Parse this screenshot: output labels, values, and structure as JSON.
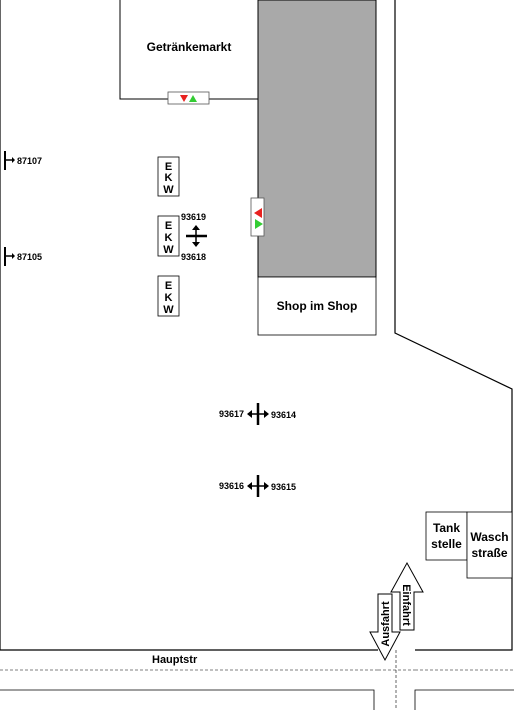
{
  "rooms": {
    "getraenkemarkt": "Getränkemarkt",
    "shop_im_shop": "Shop im Shop",
    "tankstelle_1": "Tank",
    "tankstelle_2": "stelle",
    "waschstrasse_1": "Wasch",
    "waschstrasse_2": "straße"
  },
  "street": {
    "name": "Hauptstr"
  },
  "entrances": {
    "einfahrt": "Einfahrt",
    "ausfahrt": "Ausfahrt"
  },
  "ekw": {
    "letters": [
      "E",
      "K",
      "W"
    ]
  },
  "detectors": {
    "left_upper": "87107",
    "left_lower": "87105",
    "top_right": "93619",
    "top_right_lower": "93618",
    "mid_left": "93617",
    "mid_right": "93614",
    "low_left": "93616",
    "low_right": "93615"
  },
  "signal_colors": {
    "red": "#e8211f",
    "green": "#33cc33",
    "shop_fill": "#a9a9a9"
  }
}
